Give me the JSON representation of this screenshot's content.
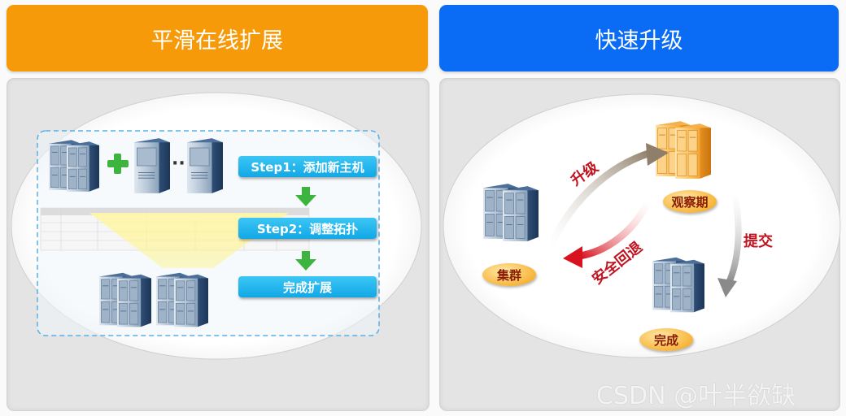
{
  "left": {
    "header": "平滑在线扩展",
    "step1": "Step1：添加新主机",
    "step2": "Step2：调整拓扑",
    "step3": "完成扩展"
  },
  "right": {
    "header": "快速升级",
    "cluster": "集群",
    "observe": "观察期",
    "done": "完成",
    "upgrade": "升级",
    "rollback": "安全回退",
    "commit": "提交"
  },
  "watermark": "CSDN @叶半欲缺",
  "colors": {
    "orange": "#f79a09",
    "blue": "#0a6cf5",
    "step": "#11a8e6",
    "green": "#3db43d",
    "red": "#c1121f"
  }
}
